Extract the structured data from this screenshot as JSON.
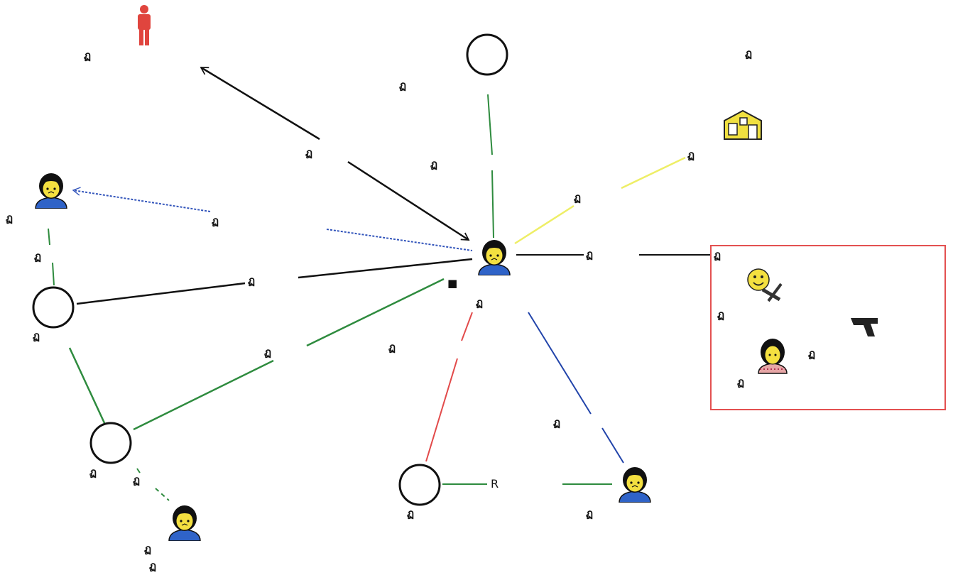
{
  "diagram": {
    "colors": {
      "black": "#111111",
      "green": "#2e8b3e",
      "yellow": "#eeee66",
      "red": "#e24a4a",
      "blue": "#2244aa",
      "blue_dotted": "#3355bb",
      "group_border": "#e35050",
      "face_yellow": "#f4e040",
      "hair": "#111111",
      "shirt_blue": "#2f63c8",
      "person_red": "#e0453e"
    },
    "icons": {
      "person_red": "standing-person-icon",
      "woman_center": "woman-avatar-icon",
      "woman_left": "woman-avatar-icon",
      "woman_bottom_left": "woman-avatar-icon",
      "woman_bottom_right": "woman-avatar-icon",
      "woman_group": "girl-avatar-icon",
      "house": "house-icon",
      "smiley_tools": "smiley-with-tools-icon",
      "gun": "gun-icon"
    },
    "labels": {
      "top_left_person": "ฏ",
      "center_top": "ฏ",
      "top_right": "ฏ",
      "arrow_mid": "ฏ",
      "green_top_mid": "ฏ",
      "yellow_mid": "ฏ",
      "yellow_end": "ฏ",
      "blue_dotted_mid": "ฏ",
      "left_woman": "ฏ",
      "left_green_mid": "ฏ",
      "black_left_mid": "ฏ",
      "center_node_small": "■",
      "center_node": "ฏ",
      "black_right_mid": "ฏ",
      "group_corner": "ฏ",
      "left_circle": "ฏ",
      "green_diag_mid": "ฏ",
      "red_line_mid": "ฏ",
      "group_smiley": "ฏ",
      "group_woman_mid": "ฏ",
      "group_woman": "ฏ",
      "blue_line_mid": "ฏ",
      "bottom_left_circle": "ฏ",
      "bottom_left_dashed": "ฏ",
      "bottom_circle_r": "R",
      "bottom_circle": "ฏ",
      "bottom_right_woman": "ฏ",
      "bottom_woman_a": "ฏ",
      "bottom_woman_b": "ฏ"
    }
  }
}
